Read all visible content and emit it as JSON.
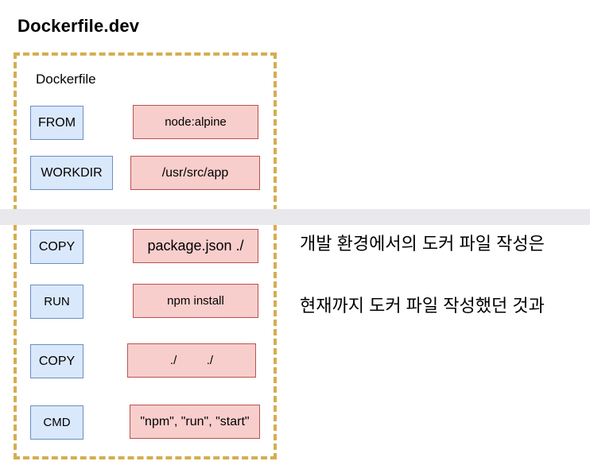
{
  "page": {
    "title": "Dockerfile.dev",
    "background_color": "#ffffff"
  },
  "diagram": {
    "container_label": "Dockerfile",
    "frame_border_color": "#d4ae50",
    "command_box_style": {
      "fill": "#dae8fc",
      "stroke": "#6c8ebf"
    },
    "argument_box_style": {
      "fill": "#f8cecc",
      "stroke": "#b85450"
    },
    "rows": [
      {
        "command": "FROM",
        "argument": "node:alpine"
      },
      {
        "command": "WORKDIR",
        "argument": "/usr/src/app"
      },
      {
        "command": "COPY",
        "argument": "package.json ./"
      },
      {
        "command": "RUN",
        "argument": "npm install"
      },
      {
        "command": "COPY",
        "argument": "./         ./"
      },
      {
        "command": "CMD",
        "argument": "\"npm\", \"run\", \"start\""
      }
    ]
  },
  "divider": {
    "color": "#e9e9ed"
  },
  "annotations": {
    "paragraph1": "개발 환경에서의 도커 파일 작성은",
    "paragraph2": "현재까지 도커 파일 작성했던 것과"
  }
}
